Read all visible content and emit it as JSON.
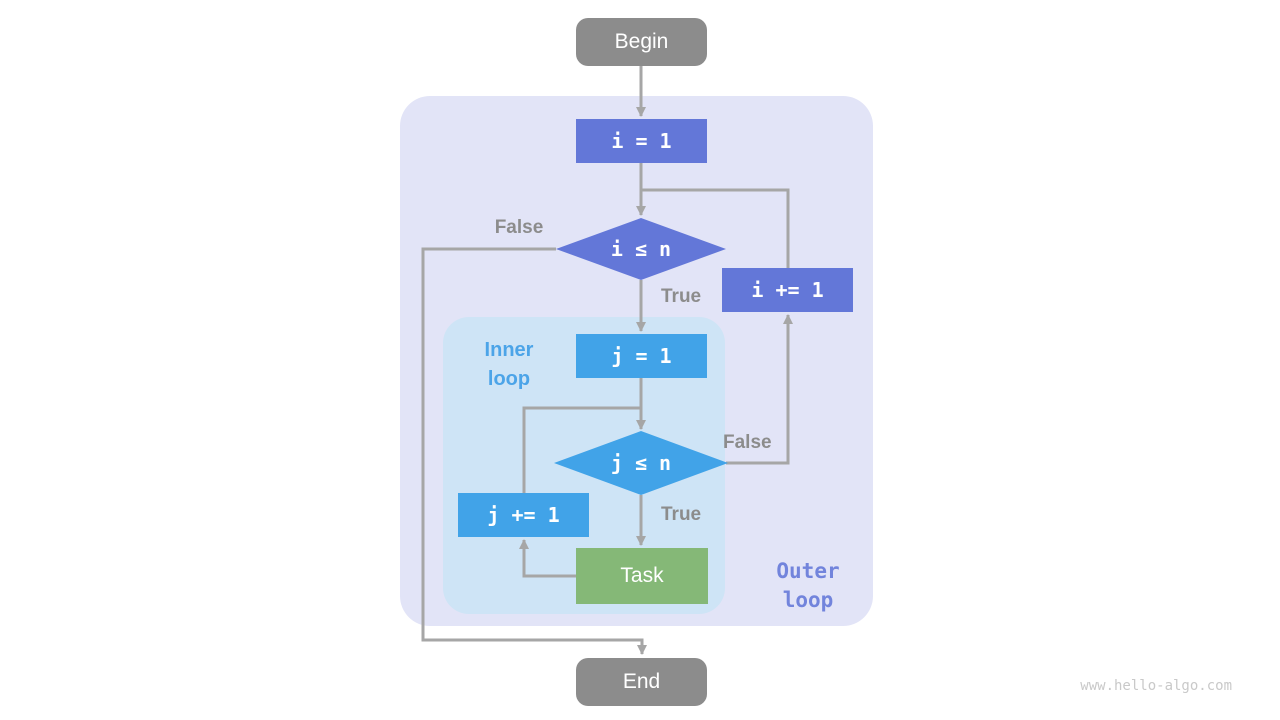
{
  "diagram": {
    "title": "nested-loop-flowchart",
    "nodes": {
      "begin": {
        "label": "Begin"
      },
      "init_i": {
        "label": "i = 1"
      },
      "cond_i": {
        "label": "i ≤ n"
      },
      "inc_i": {
        "label": "i += 1"
      },
      "init_j": {
        "label": "j = 1"
      },
      "cond_j": {
        "label": "j ≤ n"
      },
      "inc_j": {
        "label": "j += 1"
      },
      "task": {
        "label": "Task"
      },
      "end": {
        "label": "End"
      }
    },
    "edge_labels": {
      "outer_false": "False",
      "outer_true": "True",
      "inner_false": "False",
      "inner_true": "True"
    },
    "regions": {
      "inner": {
        "line1": "Inner",
        "line2": "loop"
      },
      "outer": {
        "line1": "Outer",
        "line2": "loop"
      }
    },
    "colors": {
      "outer_region_bg": "#E2E4F7",
      "inner_region_bg": "#CEE4F6",
      "purple_node": "#6377D8",
      "blue_node": "#41A3E8",
      "green_node": "#85B877",
      "terminal_node": "#8C8C8C",
      "edge_line": "#A6A6A6",
      "edge_label_text": "#8C8C8C",
      "inner_label_text": "#4CA4E8",
      "outer_label_text": "#7284DC",
      "node_text": "#FFFFFF",
      "watermark_text": "#C9C9C9"
    },
    "watermark": "www.hello-algo.com"
  }
}
